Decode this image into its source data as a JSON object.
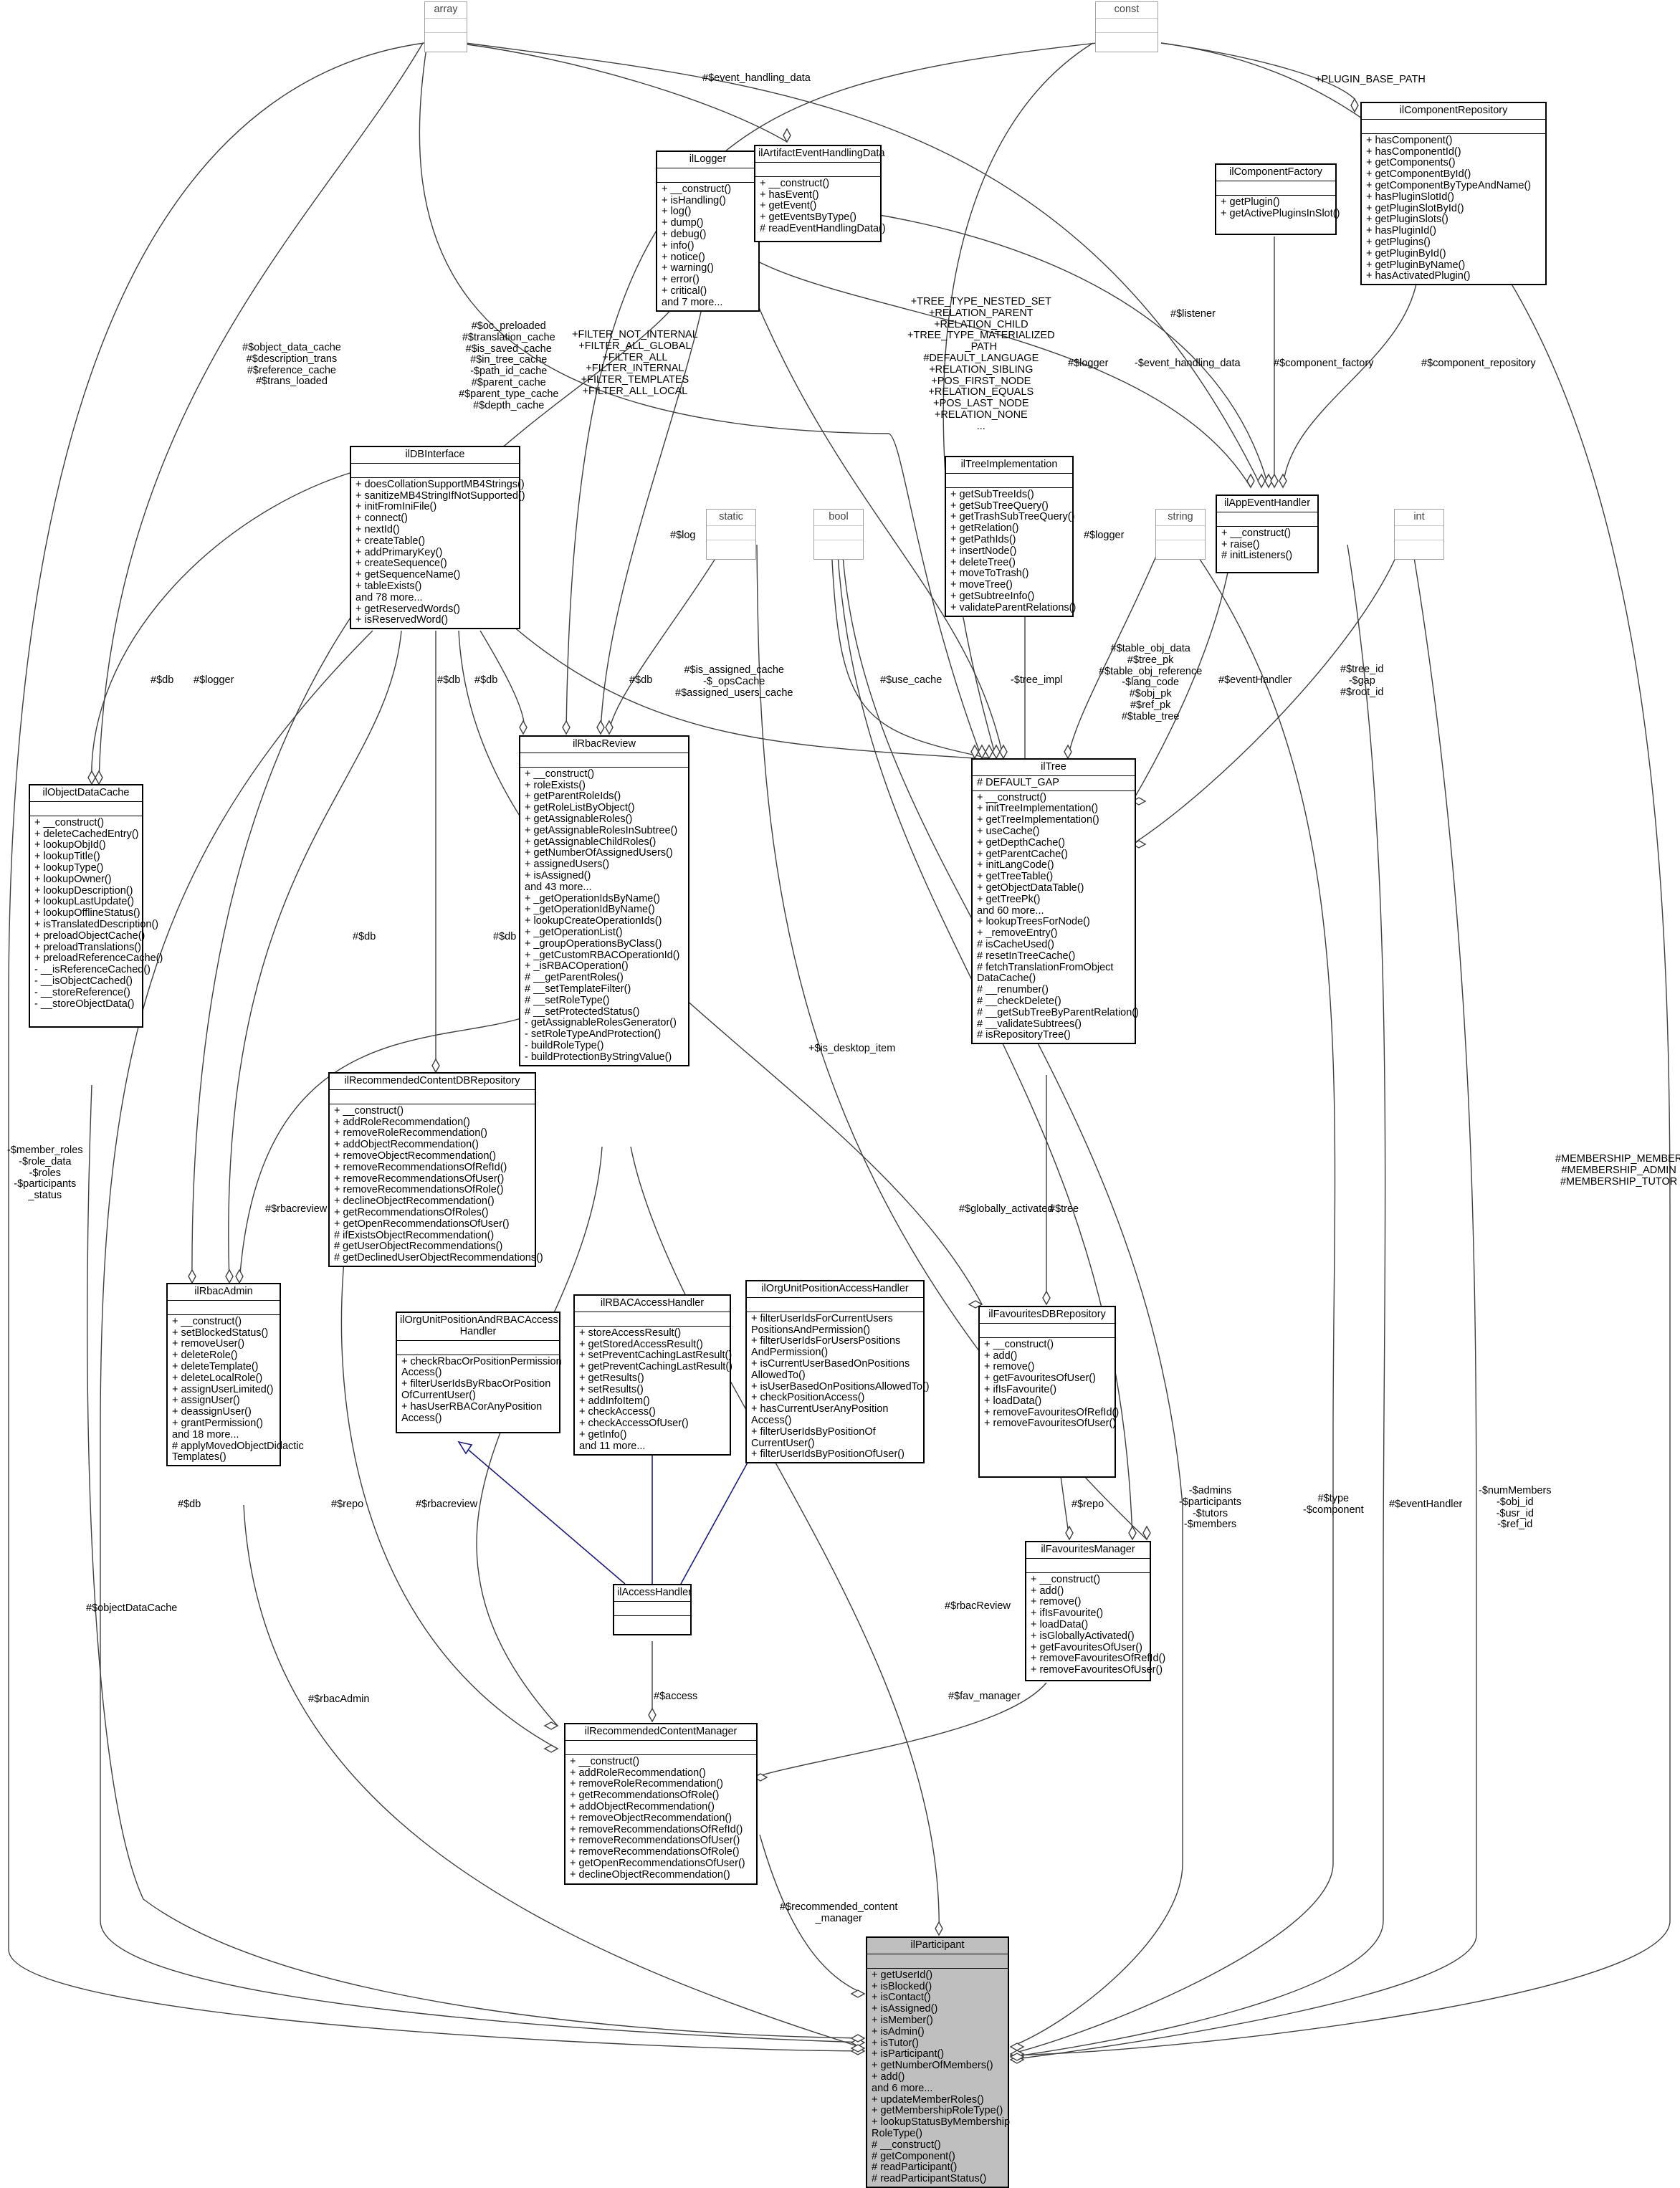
{
  "classes": [
    {
      "id": "array",
      "name": "array",
      "kind": "type",
      "attributes": [],
      "methods": []
    },
    {
      "id": "const",
      "name": "const",
      "kind": "type",
      "attributes": [],
      "methods": []
    },
    {
      "id": "static",
      "name": "static",
      "kind": "type",
      "attributes": [],
      "methods": []
    },
    {
      "id": "bool",
      "name": "bool",
      "kind": "type",
      "attributes": [],
      "methods": []
    },
    {
      "id": "string",
      "name": "string",
      "kind": "type",
      "attributes": [],
      "methods": []
    },
    {
      "id": "int",
      "name": "int",
      "kind": "type",
      "attributes": [],
      "methods": []
    },
    {
      "id": "ilLogger",
      "name": "ilLogger",
      "kind": "class",
      "attributes": [],
      "methods": [
        "+ __construct()",
        "+ isHandling()",
        "+ log()",
        "+ dump()",
        "+ debug()",
        "+ info()",
        "+ notice()",
        "+ warning()",
        "+ error()",
        "+ critical()",
        "and 7 more..."
      ]
    },
    {
      "id": "ilArtifactEventHandlingData",
      "name": "ilArtifactEventHandlingData",
      "kind": "class",
      "attributes": [],
      "methods": [
        "+ __construct()",
        "+ hasEvent()",
        "+ getEvent()",
        "+ getEventsByType()",
        "# readEventHandlingData()"
      ]
    },
    {
      "id": "ilComponentRepository",
      "name": "ilComponentRepository",
      "kind": "class",
      "attributes": [],
      "methods": [
        "+ hasComponent()",
        "+ hasComponentId()",
        "+ getComponents()",
        "+ getComponentById()",
        "+ getComponentByTypeAndName()",
        "+ hasPluginSlotId()",
        "+ getPluginSlotById()",
        "+ getPluginSlots()",
        "+ hasPluginId()",
        "+ getPlugins()",
        "+ getPluginById()",
        "+ getPluginByName()",
        "+ hasActivatedPlugin()"
      ]
    },
    {
      "id": "ilComponentFactory",
      "name": "ilComponentFactory",
      "kind": "class",
      "attributes": [],
      "methods": [
        "+ getPlugin()",
        "+ getActivePluginsInSlot()"
      ]
    },
    {
      "id": "ilAppEventHandler",
      "name": "ilAppEventHandler",
      "kind": "class",
      "attributes": [],
      "methods": [
        "+ __construct()",
        "+ raise()",
        "# initListeners()"
      ]
    },
    {
      "id": "ilTreeImplementation",
      "name": "ilTreeImplementation",
      "kind": "class",
      "attributes": [],
      "methods": [
        "+ getSubTreeIds()",
        "+ getSubTreeQuery()",
        "+ getTrashSubTreeQuery()",
        "+ getRelation()",
        "+ getPathIds()",
        "+ insertNode()",
        "+ deleteTree()",
        "+ moveToTrash()",
        "+ moveTree()",
        "+ getSubtreeInfo()",
        "+ validateParentRelations()"
      ]
    },
    {
      "id": "ilDBInterface",
      "name": "ilDBInterface",
      "kind": "class",
      "attributes": [],
      "methods": [
        "+ doesCollationSupportMB4Strings()",
        "+ sanitizeMB4StringIfNotSupported()",
        "+ initFromIniFile()",
        "+ connect()",
        "+ nextId()",
        "+ createTable()",
        "+ addPrimaryKey()",
        "+ createSequence()",
        "+ getSequenceName()",
        "+ tableExists()",
        "and 78 more...",
        "+ getReservedWords()",
        "+ isReservedWord()"
      ]
    },
    {
      "id": "ilObjectDataCache",
      "name": "ilObjectDataCache",
      "kind": "class",
      "attributes": [],
      "methods": [
        "+ __construct()",
        "+ deleteCachedEntry()",
        "+ lookupObjId()",
        "+ lookupTitle()",
        "+ lookupType()",
        "+ lookupOwner()",
        "+ lookupDescription()",
        "+ lookupLastUpdate()",
        "+ lookupOfflineStatus()",
        "+ isTranslatedDescription()",
        "+ preloadObjectCache()",
        "+ preloadTranslations()",
        "+ preloadReferenceCache()",
        "- __isReferenceCached()",
        "- __isObjectCached()",
        "- __storeReference()",
        "- __storeObjectData()"
      ]
    },
    {
      "id": "ilRbacReview",
      "name": "ilRbacReview",
      "kind": "class",
      "attributes": [],
      "methods": [
        "+ __construct()",
        "+ roleExists()",
        "+ getParentRoleIds()",
        "+ getRoleListByObject()",
        "+ getAssignableRoles()",
        "+ getAssignableRolesInSubtree()",
        "+ getAssignableChildRoles()",
        "+ getNumberOfAssignedUsers()",
        "+ assignedUsers()",
        "+ isAssigned()",
        "and 43 more...",
        "+ _getOperationIdsByName()",
        "+ _getOperationIdByName()",
        "+ lookupCreateOperationIds()",
        "+ _getOperationList()",
        "+ _groupOperationsByClass()",
        "+ _getCustomRBACOperationId()",
        "+ _isRBACOperation()",
        "# __getParentRoles()",
        "# __setTemplateFilter()",
        "# __setRoleType()",
        "# __setProtectedStatus()",
        "- getAssignableRolesGenerator()",
        "- setRoleTypeAndProtection()",
        "- buildRoleType()",
        "- buildProtectionByStringValue()"
      ]
    },
    {
      "id": "ilTree",
      "name": "ilTree",
      "kind": "class",
      "attributes": [
        "# DEFAULT_GAP"
      ],
      "methods": [
        "+ __construct()",
        "+ initTreeImplementation()",
        "+ getTreeImplementation()",
        "+ useCache()",
        "+ getDepthCache()",
        "+ getParentCache()",
        "+ initLangCode()",
        "+ getTreeTable()",
        "+ getObjectDataTable()",
        "+ getTreePk()",
        "and 60 more...",
        "+ lookupTreesForNode()",
        "+ _removeEntry()",
        "# isCacheUsed()",
        "# resetInTreeCache()",
        "# fetchTranslationFromObject",
        "DataCache()",
        "# __renumber()",
        "# __checkDelete()",
        "# __getSubTreeByParentRelation()",
        "# __validateSubtrees()",
        "# isRepositoryTree()"
      ]
    },
    {
      "id": "ilRecommendedContentDBRepository",
      "name": "ilRecommendedContentDBRepository",
      "kind": "class",
      "attributes": [],
      "methods": [
        "+ __construct()",
        "+ addRoleRecommendation()",
        "+ removeRoleRecommendation()",
        "+ addObjectRecommendation()",
        "+ removeObjectRecommendation()",
        "+ removeRecommendationsOfRefId()",
        "+ removeRecommendationsOfUser()",
        "+ removeRecommendationsOfRole()",
        "+ declineObjectRecommendation()",
        "+ getRecommendationsOfRoles()",
        "+ getOpenRecommendationsOfUser()",
        "# ifExistsObjectRecommendation()",
        "# getUserObjectRecommendations()",
        "# getDeclinedUserObjectRecommendations()"
      ]
    },
    {
      "id": "ilRbacAdmin",
      "name": "ilRbacAdmin",
      "kind": "class",
      "attributes": [],
      "methods": [
        "+ __construct()",
        "+ setBlockedStatus()",
        "+ removeUser()",
        "+ deleteRole()",
        "+ deleteTemplate()",
        "+ deleteLocalRole()",
        "+ assignUserLimited()",
        "+ assignUser()",
        "+ deassignUser()",
        "+ grantPermission()",
        "and 18 more...",
        "# applyMovedObjectDidactic",
        "Templates()"
      ]
    },
    {
      "id": "ilOrgUnitPositionAndRBACAccessHandler",
      "name": "ilOrgUnitPositionAndRBACAccess Handler",
      "kind": "class",
      "attributes": [],
      "methods": [
        "+ checkRbacOrPositionPermission",
        "Access()",
        "+ filterUserIdsByRbacOrPosition",
        "OfCurrentUser()",
        "+ hasUserRBACorAnyPosition",
        "Access()"
      ]
    },
    {
      "id": "ilRBACAccessHandler",
      "name": "ilRBACAccessHandler",
      "kind": "class",
      "attributes": [],
      "methods": [
        "+ storeAccessResult()",
        "+ getStoredAccessResult()",
        "+ setPreventCachingLastResult()",
        "+ getPreventCachingLastResult()",
        "+ getResults()",
        "+ setResults()",
        "+ addInfoItem()",
        "+ checkAccess()",
        "+ checkAccessOfUser()",
        "+ getInfo()",
        "and 11 more..."
      ]
    },
    {
      "id": "ilOrgUnitPositionAccessHandler",
      "name": "ilOrgUnitPositionAccessHandler",
      "kind": "class",
      "attributes": [],
      "methods": [
        "+ filterUserIdsForCurrentUsers",
        "PositionsAndPermission()",
        "+ filterUserIdsForUsersPositions",
        "AndPermission()",
        "+ isCurrentUserBasedOnPositions",
        "AllowedTo()",
        "+ isUserBasedOnPositionsAllowedTo()",
        "+ checkPositionAccess()",
        "+ hasCurrentUserAnyPosition",
        "Access()",
        "+ filterUserIdsByPositionOf",
        "CurrentUser()",
        "+ filterUserIdsByPositionOfUser()"
      ]
    },
    {
      "id": "ilFavouritesDBRepository",
      "name": "ilFavouritesDBRepository",
      "kind": "class",
      "attributes": [],
      "methods": [
        "+ __construct()",
        "+ add()",
        "+ remove()",
        "+ getFavouritesOfUser()",
        "+ ifIsFavourite()",
        "+ loadData()",
        "+ removeFavouritesOfRefId()",
        "+ removeFavouritesOfUser()"
      ]
    },
    {
      "id": "ilAccessHandler",
      "name": "ilAccessHandler",
      "kind": "class",
      "attributes": [],
      "methods": []
    },
    {
      "id": "ilFavouritesManager",
      "name": "ilFavouritesManager",
      "kind": "class",
      "attributes": [],
      "methods": [
        "+ __construct()",
        "+ add()",
        "+ remove()",
        "+ ifIsFavourite()",
        "+ loadData()",
        "+ isGloballyActivated()",
        "+ getFavouritesOfUser()",
        "+ removeFavouritesOfRefId()",
        "+ removeFavouritesOfUser()"
      ]
    },
    {
      "id": "ilRecommendedContentManager",
      "name": "ilRecommendedContentManager",
      "kind": "class",
      "attributes": [],
      "methods": [
        "+ __construct()",
        "+ addRoleRecommendation()",
        "+ removeRoleRecommendation()",
        "+ getRecommendationsOfRole()",
        "+ addObjectRecommendation()",
        "+ removeObjectRecommendation()",
        "+ removeRecommendationsOfRefId()",
        "+ removeRecommendationsOfUser()",
        "+ removeRecommendationsOfRole()",
        "+ getOpenRecommendationsOfUser()",
        "+ declineObjectRecommendation()"
      ]
    },
    {
      "id": "ilParticipant",
      "name": "ilParticipant",
      "kind": "highlight",
      "attributes": [],
      "methods": [
        "+ getUserId()",
        "+ isBlocked()",
        "+ isContact()",
        "+ isAssigned()",
        "+ isMember()",
        "+ isAdmin()",
        "+ isTutor()",
        "+ isParticipant()",
        "+ getNumberOfMembers()",
        "+ add()",
        "and 6 more...",
        "+ updateMemberRoles()",
        "+ getMembershipRoleType()",
        "+ lookupStatusByMembership",
        "RoleType()",
        "# __construct()",
        "# getComponent()",
        "# readParticipant()",
        "# readParticipantStatus()"
      ]
    }
  ],
  "labels": [
    {
      "id": "l_event_handling_data",
      "lines": [
        "#$event_handling_data"
      ]
    },
    {
      "id": "l_plugin_base_path",
      "lines": [
        "+PLUGIN_BASE_PATH"
      ]
    },
    {
      "id": "l_listener",
      "lines": [
        "#$listener"
      ]
    },
    {
      "id": "l_object_data_cache",
      "lines": [
        "#$object_data_cache",
        "#$description_trans",
        "#$reference_cache",
        "#$trans_loaded"
      ]
    },
    {
      "id": "l_oc_preloaded",
      "lines": [
        "#$oc_preloaded",
        "#$translation_cache",
        "#$is_saved_cache",
        "#$in_tree_cache",
        "-$path_id_cache",
        "#$parent_cache",
        "#$parent_type_cache",
        "#$depth_cache"
      ]
    },
    {
      "id": "l_filter",
      "lines": [
        "+FILTER_NOT_INTERNAL",
        "+FILTER_ALL_GLOBAL",
        "+FILTER_ALL",
        "+FILTER_INTERNAL",
        "+FILTER_TEMPLATES",
        "+FILTER_ALL_LOCAL"
      ]
    },
    {
      "id": "l_tree_consts",
      "lines": [
        "+TREE_TYPE_NESTED_SET",
        "+RELATION_PARENT",
        "+RELATION_CHILD",
        "+TREE_TYPE_MATERIALIZED",
        "_PATH",
        "#DEFAULT_LANGUAGE",
        "+RELATION_SIBLING",
        "+POS_FIRST_NODE",
        "+RELATION_EQUALS",
        "+POS_LAST_NODE",
        "+RELATION_NONE",
        "..."
      ]
    },
    {
      "id": "l_logger_app",
      "lines": [
        "#$logger"
      ]
    },
    {
      "id": "l_event_handling_data2",
      "lines": [
        "-$event_handling_data"
      ]
    },
    {
      "id": "l_component_factory",
      "lines": [
        "#$component_factory"
      ]
    },
    {
      "id": "l_component_repository",
      "lines": [
        "#$component_repository"
      ]
    },
    {
      "id": "l_log",
      "lines": [
        "#$log"
      ]
    },
    {
      "id": "l_logger_tree",
      "lines": [
        "#$logger"
      ]
    },
    {
      "id": "l_db_odc",
      "lines": [
        "#$db"
      ]
    },
    {
      "id": "l_logger_rbacadmin",
      "lines": [
        "#$logger"
      ]
    },
    {
      "id": "l_db_review",
      "lines": [
        "#$db"
      ]
    },
    {
      "id": "l_db_repo",
      "lines": [
        "#$db"
      ]
    },
    {
      "id": "l_db_tree",
      "lines": [
        "#$db"
      ]
    },
    {
      "id": "l_assigned_cache",
      "lines": [
        "#$is_assigned_cache",
        "-$_opsCache",
        "#$assigned_users_cache"
      ]
    },
    {
      "id": "l_use_cache",
      "lines": [
        "#$use_cache"
      ]
    },
    {
      "id": "l_tree_impl",
      "lines": [
        "-$tree_impl"
      ]
    },
    {
      "id": "l_table_obj_data",
      "lines": [
        "#$table_obj_data",
        "#$tree_pk",
        "#$table_obj_reference",
        "-$lang_code",
        "#$obj_pk",
        "#$ref_pk",
        "#$table_tree"
      ]
    },
    {
      "id": "l_tree_id",
      "lines": [
        "#$tree_id",
        "-$gap",
        "#$root_id"
      ]
    },
    {
      "id": "l_event_handler_tree",
      "lines": [
        "#$eventHandler"
      ]
    },
    {
      "id": "l_db_rbacadmin",
      "lines": [
        "#$db"
      ]
    },
    {
      "id": "l_db_favrepo",
      "lines": [
        "#$db"
      ]
    },
    {
      "id": "l_is_desktop_item",
      "lines": [
        "+$is_desktop_item"
      ]
    },
    {
      "id": "l_rbacreview_admin",
      "lines": [
        "#$rbacreview"
      ]
    },
    {
      "id": "l_globally_activated",
      "lines": [
        "#$globally_activated"
      ]
    },
    {
      "id": "l_tree_fav",
      "lines": [
        "#$tree"
      ]
    },
    {
      "id": "l_member_roles",
      "lines": [
        "-$member_roles",
        "-$role_data",
        "-$roles",
        "-$participants",
        "_status"
      ]
    },
    {
      "id": "l_membership",
      "lines": [
        "#MEMBERSHIP_MEMBER",
        "#MEMBERSHIP_ADMIN",
        "#MEMBERSHIP_TUTOR"
      ]
    },
    {
      "id": "l_db_participant",
      "lines": [
        "#$db"
      ]
    },
    {
      "id": "l_repo_rcm",
      "lines": [
        "#$repo"
      ]
    },
    {
      "id": "l_rbacreview_rcm",
      "lines": [
        "#$rbacreview"
      ]
    },
    {
      "id": "l_repo_fav",
      "lines": [
        "#$repo"
      ]
    },
    {
      "id": "l_admins",
      "lines": [
        "-$admins",
        "-$participants",
        "-$tutors",
        "-$members"
      ]
    },
    {
      "id": "l_type",
      "lines": [
        "#$type",
        "-$component"
      ]
    },
    {
      "id": "l_event_handler_part",
      "lines": [
        "#$eventHandler"
      ]
    },
    {
      "id": "l_num_members",
      "lines": [
        "-$numMembers",
        "-$obj_id",
        "-$usr_id",
        "-$ref_id"
      ]
    },
    {
      "id": "l_access",
      "lines": [
        "#$access"
      ]
    },
    {
      "id": "l_fav_manager",
      "lines": [
        "#$fav_manager"
      ]
    },
    {
      "id": "l_object_data_cache_part",
      "lines": [
        "#$objectDataCache"
      ]
    },
    {
      "id": "l_rbacadmin_part",
      "lines": [
        "#$rbacAdmin"
      ]
    },
    {
      "id": "l_rbacreview_part",
      "lines": [
        "#$rbacReview"
      ]
    },
    {
      "id": "l_recommended_content",
      "lines": [
        "#$recommended_content",
        "_manager"
      ]
    }
  ],
  "colors": {
    "edge": "#404040",
    "inheritance": "#1a1a8c",
    "highlight_fill": "#bfbfbf",
    "type_border": "#a0a0a0"
  }
}
